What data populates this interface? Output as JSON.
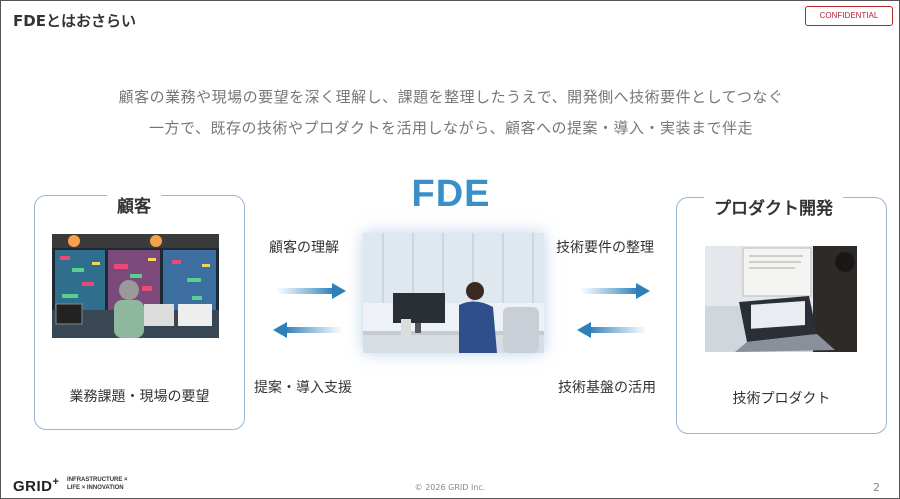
{
  "header": {
    "title": "FDEとはおさらい",
    "confidential": "CONFIDENTIAL"
  },
  "intro": {
    "line1": "顧客の業務や現場の要望を深く理解し、課題を整理したうえで、開発側へ技術要件としてつなぐ",
    "line2": "一方で、既存の技術やプロダクトを活用しながら、顧客への提案・導入・実装まで伴走"
  },
  "customer": {
    "title": "顧客",
    "caption": "業務課題・現場の要望"
  },
  "fde": {
    "title": "FDE"
  },
  "product": {
    "title": "プロダクト開発",
    "caption": "技術プロダクト"
  },
  "flows": {
    "left_top": "顧客の理解",
    "left_bottom": "提案・導入支援",
    "right_top": "技術要件の整理",
    "right_bottom": "技術基盤の活用"
  },
  "colors": {
    "accent": "#3a8fc8",
    "confidential": "#b3262e",
    "box_border": "#9bb5d3"
  },
  "footer": {
    "logo_text": "GRID",
    "logo_sup": "+",
    "tagline_1": "INFRASTRUCTURE ×",
    "tagline_2": "LIFE × INNOVATION",
    "copyright": "© 2026 GRID Inc.",
    "page": "2"
  }
}
